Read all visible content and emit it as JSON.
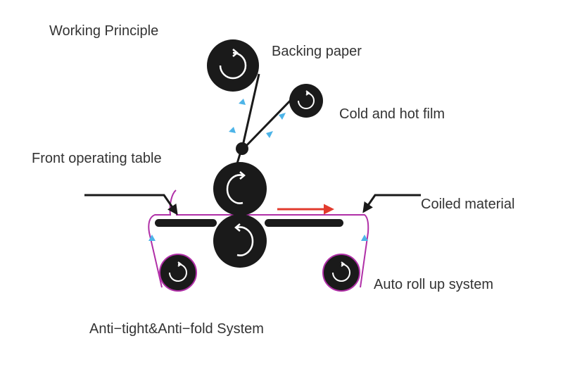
{
  "diagram": {
    "title": "Working Principle",
    "labels": {
      "backing_paper": "Backing paper",
      "cold_hot_film": "Cold and hot film",
      "front_table": "Front operating table",
      "coiled_material": "Coiled material",
      "auto_rollup": "Auto roll up system",
      "anti_tight": "Anti−tight&Anti−fold System"
    },
    "colors": {
      "roller": "#1a1a1a",
      "web_line": "#b02fa7",
      "arrow_red": "#e23b2e",
      "flow_marker": "#4db4e8",
      "text": "#333333"
    },
    "icons": [
      "rotation-arrow-icon",
      "direction-arrow-icon",
      "flow-marker-icon"
    ]
  }
}
